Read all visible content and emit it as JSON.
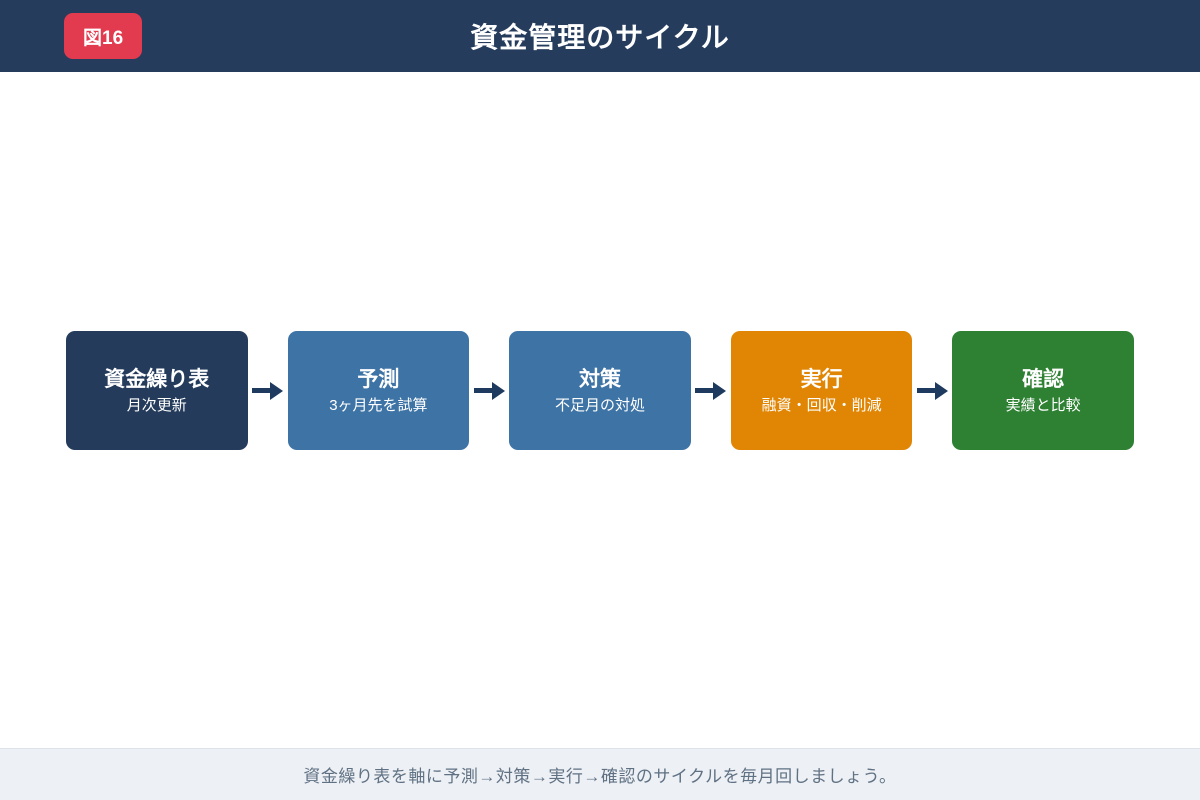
{
  "header": {
    "badge": "図16",
    "title": "資金管理のサイクル"
  },
  "flow": {
    "steps": [
      {
        "title": "資金繰り表",
        "subtitle": "月次更新",
        "color": "#243B5C"
      },
      {
        "title": "予測",
        "subtitle": "3ヶ月先を試算",
        "color": "#3E73A6"
      },
      {
        "title": "対策",
        "subtitle": "不足月の対処",
        "color": "#3E73A6"
      },
      {
        "title": "実行",
        "subtitle": "融資・回収・削減",
        "color": "#E18604"
      },
      {
        "title": "確認",
        "subtitle": "実績と比較",
        "color": "#2E8033"
      }
    ],
    "arrow_color": "#1E3A5F"
  },
  "footer": {
    "note": "資金繰り表を軸に予測→対策→実行→確認のサイクルを毎月回しましょう。"
  },
  "colors": {
    "header_bg": "#263C5D",
    "badge_bg": "#E23A4E",
    "footer_bg": "#EDF0F4",
    "footer_text": "#5F7183",
    "text_on_dark": "#FFFFFF"
  }
}
